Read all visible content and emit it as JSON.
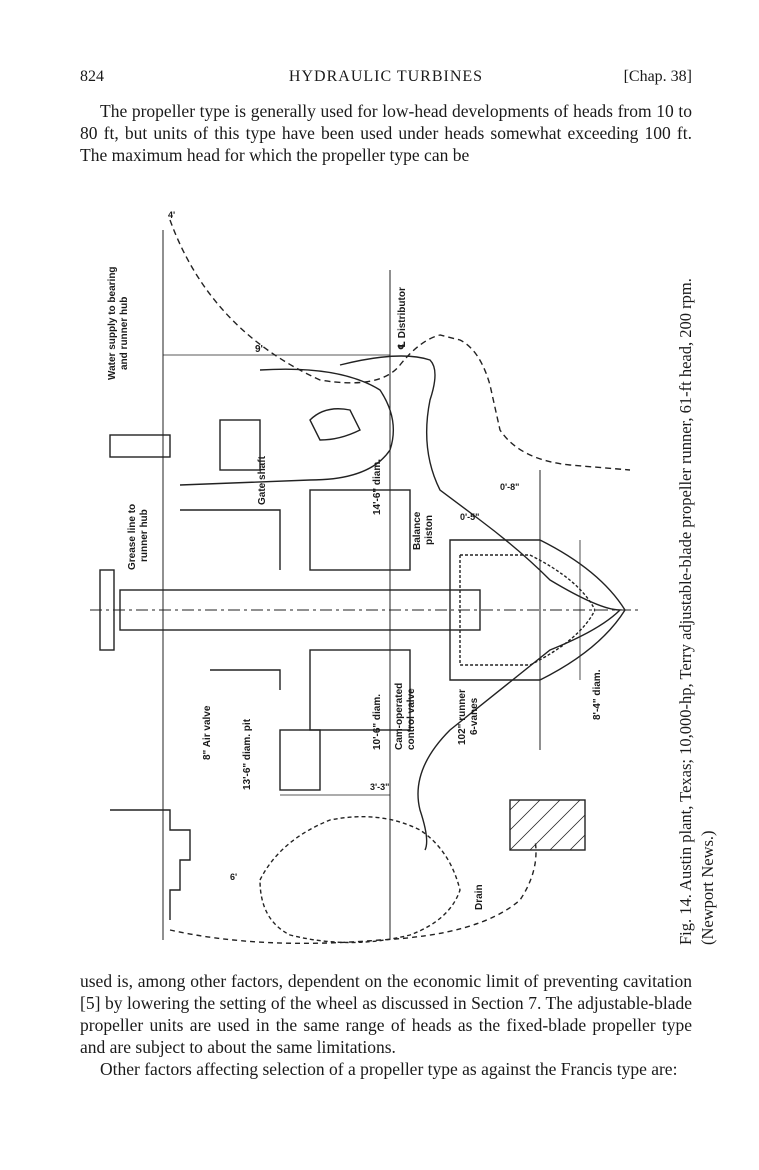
{
  "header": {
    "page_number": "824",
    "running_title": "HYDRAULIC TURBINES",
    "chapter": "[Chap. 38]"
  },
  "paragraphs": {
    "p1": "The propeller type is generally used for low-head developments of heads from 10 to 80 ft, but units of this type have been used under heads somewhat exceeding 100 ft.  The maximum head for which the propeller type can be",
    "p2": "used is, among other factors, dependent on the economic limit of preventing cavitation [5] by lowering the setting of the wheel as discussed in Section 7. The adjustable-blade propeller units are used in the same range of heads as the fixed-blade propeller type and are subject to about the same limitations.",
    "p3": "Other factors affecting selection of a propeller type as against the Francis type are:"
  },
  "figure": {
    "caption": "Fig. 14.  Austin plant, Texas; 10,000-hp, Terry adjustable-blade propeller runner, 61-ft head, 200 rpm.  (Newport News.)",
    "labels": {
      "water_supply_1": "Water supply to bearing",
      "water_supply_2": "and runner hub",
      "distributor": "℄ Distributor",
      "dim_9": "9'",
      "gate_shaft": "Gate shaft",
      "dim_14_6": "14'-6\" diam.",
      "grease_1": "Grease line to",
      "grease_2": "runner hub",
      "balance_1": "Balance",
      "balance_2": "piston",
      "dim_0_8": "0'-8\"",
      "dim_0_5": "0'-5\"",
      "air_valve": "8\" Air valve",
      "pit_1": "13'-6\" diam. pit",
      "dim_10_6": "10'-6\" diam.",
      "cam_1": "Cam-operated",
      "cam_2": "control valve",
      "runner_1": "102\" runner",
      "runner_2": "6-vanes",
      "dim_8_4": "8'-4\" diam.",
      "dim_3_3": "3'-3\"",
      "drain": "Drain",
      "dim_4": "4'",
      "dim_6": "6'"
    }
  }
}
